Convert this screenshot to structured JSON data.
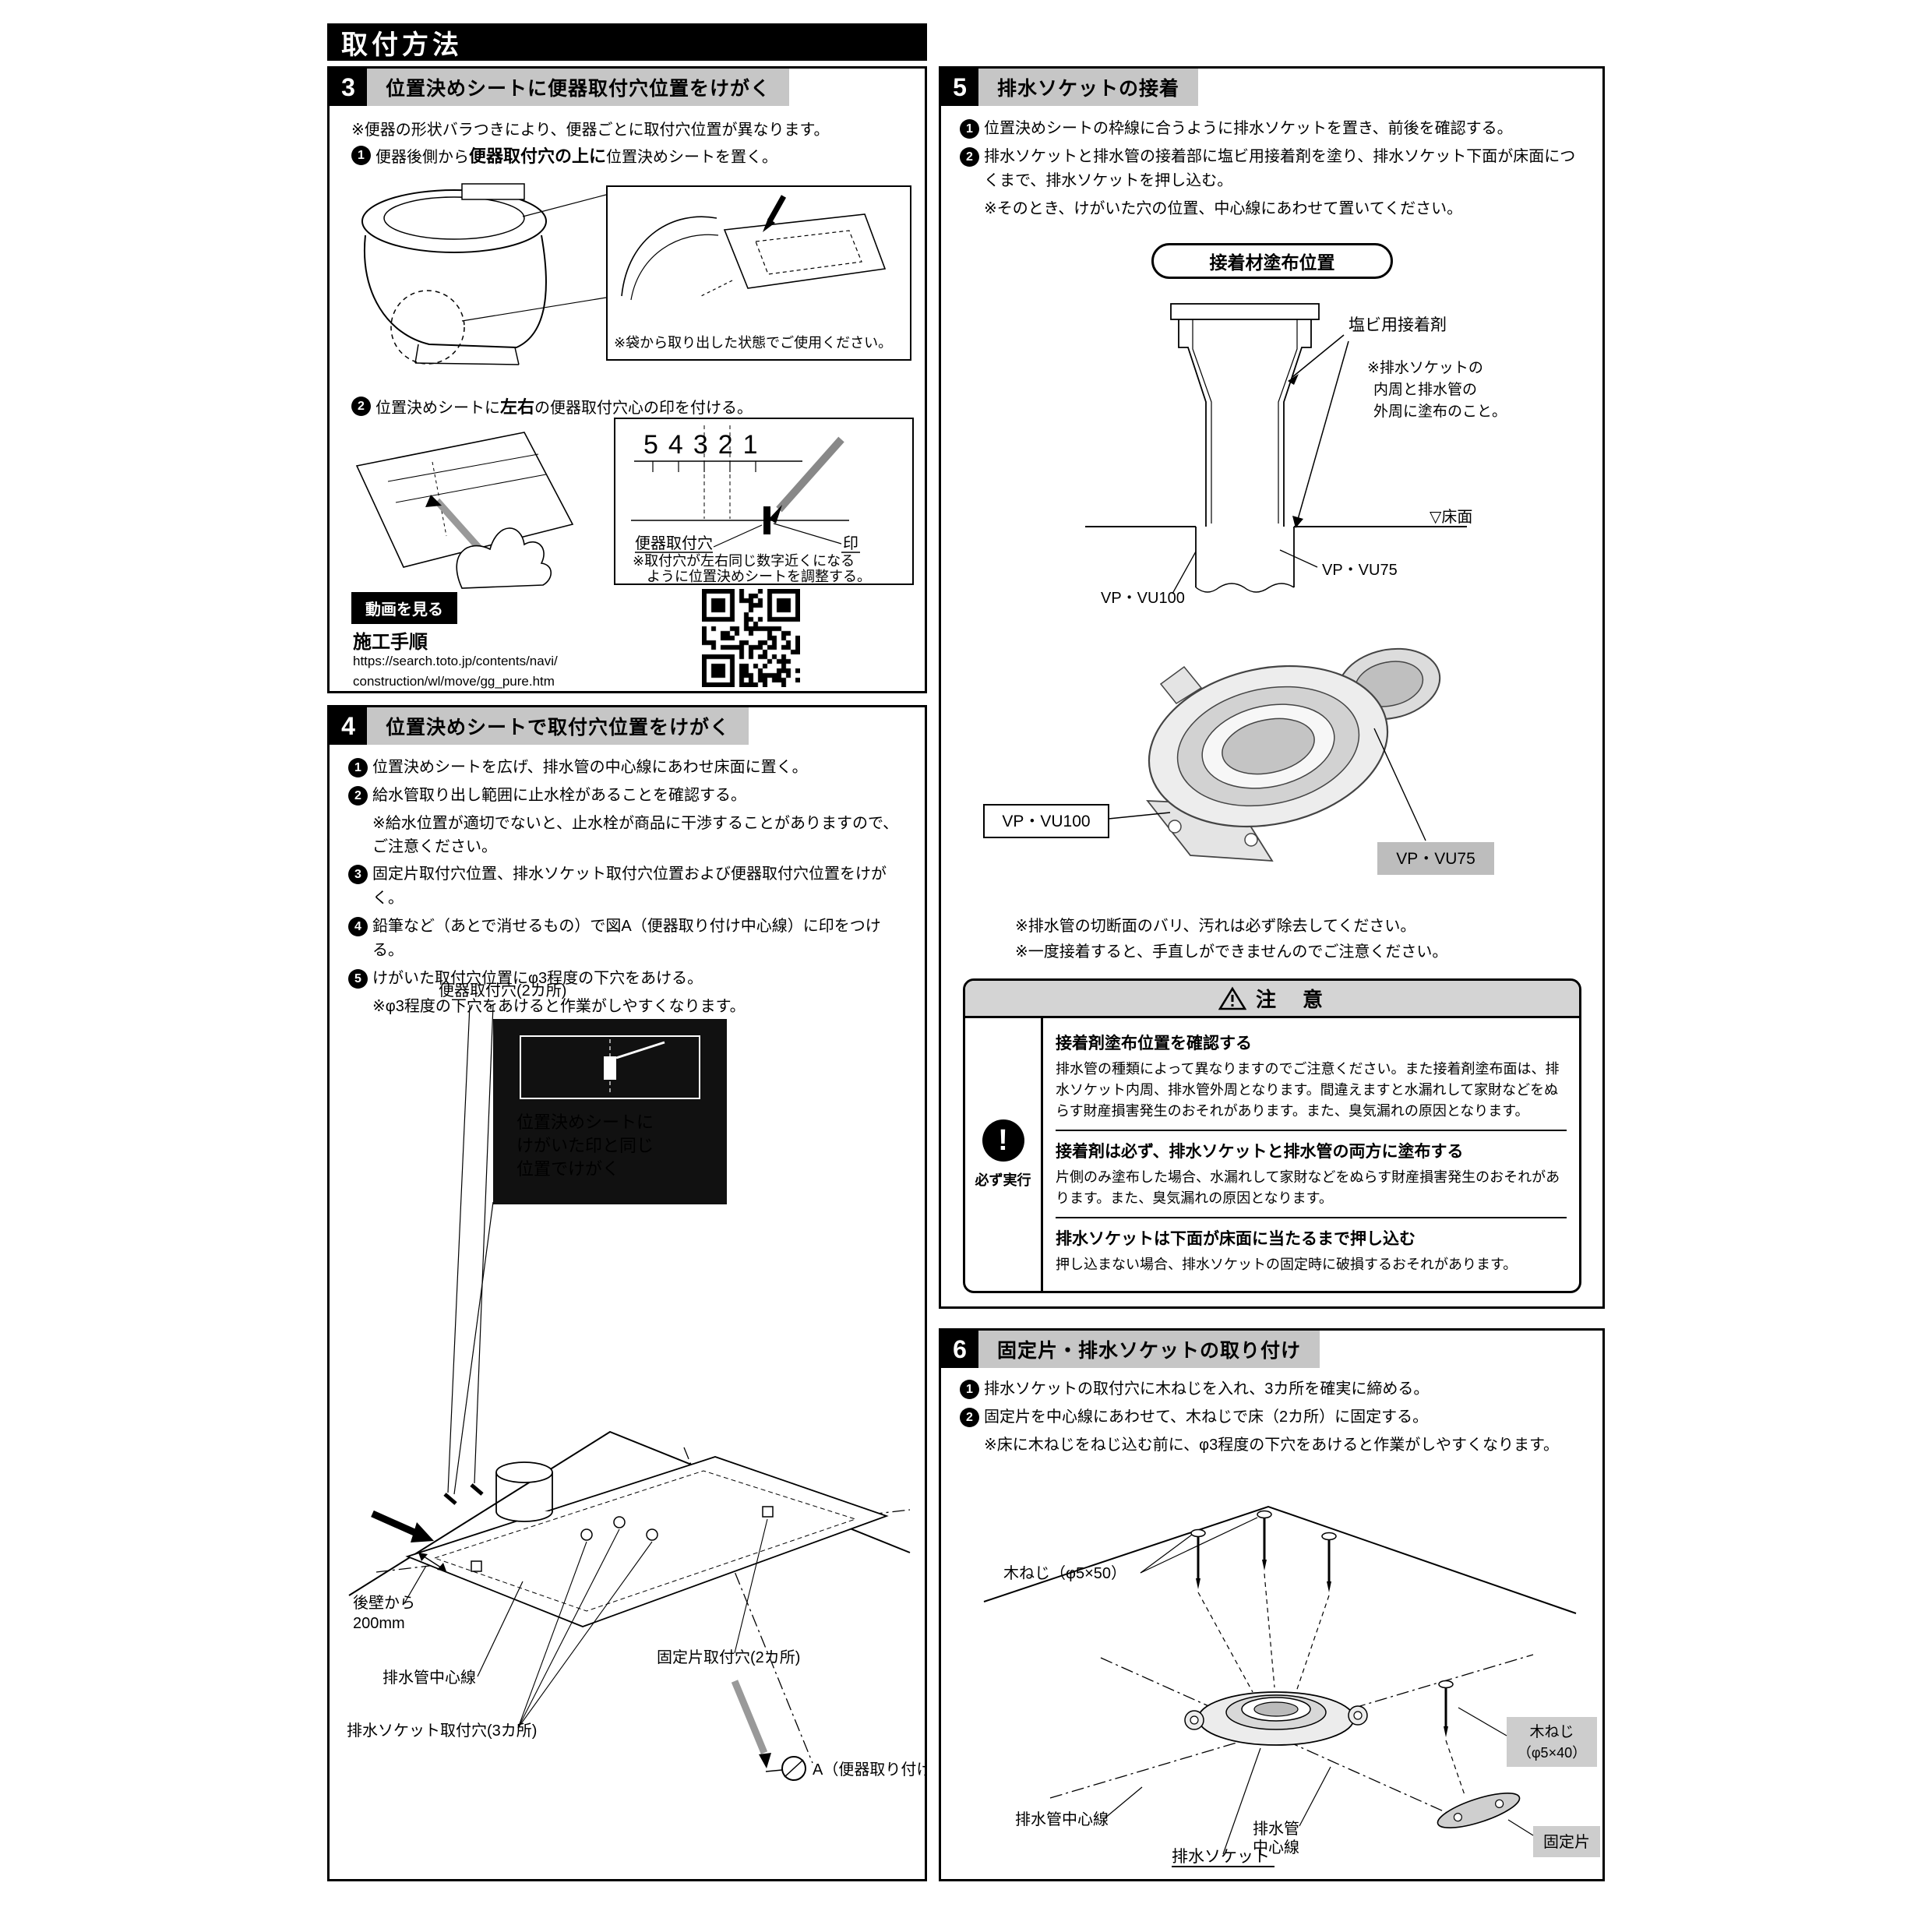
{
  "page": {
    "main_header": "取付方法"
  },
  "s3": {
    "num": "3",
    "title": "位置決めシートに便器取付穴位置をけがく",
    "note": "※便器の形状バラつきにより、便器ごとに取付穴位置が異なります。",
    "step1": {
      "num": "1",
      "pre": "便器後側から",
      "bold": "便器取付穴の上に",
      "post": "位置決めシートを置く。"
    },
    "inset1_note": "※袋から取り出した状態でご使用ください。",
    "step2": {
      "num": "2",
      "pre": "位置決めシートに",
      "bold": "左右",
      "post": "の便器取付穴心の印を付ける。"
    },
    "ruler_digits": "54321",
    "label_hole": "便器取付穴",
    "label_mark": "印",
    "inset2_note1": "※取付穴が左右同じ数字近くになる",
    "inset2_note2": "ように位置決めシートを調整する。",
    "video": {
      "button": "動画を見る",
      "title": "施工手順",
      "url1": "https://search.toto.jp/contents/navi/",
      "url2": "construction/wl/move/gg_pure.htm"
    }
  },
  "s4": {
    "num": "4",
    "title": "位置決めシートで取付穴位置をけがく",
    "steps": [
      {
        "num": "1",
        "text": "位置決めシートを広げ、排水管の中心線にあわせ床面に置く。"
      },
      {
        "num": "2",
        "text": "給水管取り出し範囲に止水栓があることを確認する。"
      },
      {
        "num": "",
        "text": "※給水位置が適切でないと、止水栓が商品に干渉することがありますので、ご注意ください。"
      },
      {
        "num": "3",
        "text": "固定片取付穴位置、排水ソケット取付穴位置および便器取付穴位置をけがく。"
      },
      {
        "num": "4",
        "text": "鉛筆など（あとで消せるもの）で図A（便器取り付け中心線）に印をつける。"
      },
      {
        "num": "5",
        "text": "けがいた取付穴位置にφ3程度の下穴をあける。"
      },
      {
        "num": "",
        "text": "※φ3程度の下穴をあけると作業がしやすくなります。"
      }
    ],
    "fig": {
      "label_benki": "便器取付穴(2カ所)",
      "inset_line1": "位置決めシートに",
      "inset_line2": "けがいた印と同じ",
      "inset_line3": "位置でけがく",
      "label_wall1": "後壁から",
      "label_wall2": "200mm",
      "label_center": "排水管中心線",
      "label_socket": "排水ソケット取付穴(3カ所)",
      "label_kotei": "固定片取付穴(2カ所)",
      "label_a": "A（便器取り付け中心線）"
    }
  },
  "s5": {
    "num": "5",
    "title": "排水ソケットの接着",
    "steps": [
      {
        "num": "1",
        "text": "位置決めシートの枠線に合うように排水ソケットを置き、前後を確認する。"
      },
      {
        "num": "2",
        "text": "排水ソケットと排水管の接着部に塩ビ用接着剤を塗り、排水ソケット下面が床面につくまで、排水ソケットを押し込む。"
      },
      {
        "num": "",
        "text": "※そのとき、けがいた穴の位置、中心線にあわせて置いてください。"
      }
    ],
    "pill": "接着材塗布位置",
    "fig1": {
      "label_adhesive": "塩ビ用接着剤",
      "note1": "※排水ソケットの",
      "note2": "内周と排水管の",
      "note3": "外周に塗布のこと。",
      "label_floor": "▽床面",
      "label_vp75": "VP・VU75",
      "label_vp100": "VP・VU100"
    },
    "fig2": {
      "label_vp100": "VP・VU100",
      "label_vp75": "VP・VU75"
    },
    "note1": "※排水管の切断面のバリ、汚れは必ず除去してください。",
    "note2": "※一度接着すると、手直しができませんのでご注意ください。",
    "caution": {
      "header": "注　意",
      "must": "必ず実行",
      "g1_head": "接着剤塗布位置を確認する",
      "g1_body": "排水管の種類によって異なりますのでご注意ください。また接着剤塗布面は、排水ソケット内周、排水管外周となります。間違えますと水漏れして家財などをぬらす財産損害発生のおそれがあります。また、臭気漏れの原因となります。",
      "g2_head": "接着剤は必ず、排水ソケットと排水管の両方に塗布する",
      "g2_body": "片側のみ塗布した場合、水漏れして家財などをぬらす財産損害発生のおそれがあります。また、臭気漏れの原因となります。",
      "g3_head": "排水ソケットは下面が床面に当たるまで押し込む",
      "g3_body": "押し込まない場合、排水ソケットの固定時に破損するおそれがあります。"
    }
  },
  "s6": {
    "num": "6",
    "title": "固定片・排水ソケットの取り付け",
    "steps": [
      {
        "num": "1",
        "text": "排水ソケットの取付穴に木ねじを入れ、3カ所を確実に締める。"
      },
      {
        "num": "2",
        "text": "固定片を中心線にあわせて、木ねじで床（2カ所）に固定する。"
      },
      {
        "num": "",
        "text": "※床に木ねじをねじ込む前に、φ3程度の下穴をあけると作業がしやすくなります。"
      }
    ],
    "fig": {
      "label_screw50": "木ねじ（φ5×50）",
      "label_center1": "排水管中心線",
      "label_center2a": "排水管",
      "label_center2b": "中心線",
      "label_socket": "排水ソケット",
      "label_screw40a": "木ねじ",
      "label_screw40b": "（φ5×40）",
      "label_kotei": "固定片"
    }
  }
}
